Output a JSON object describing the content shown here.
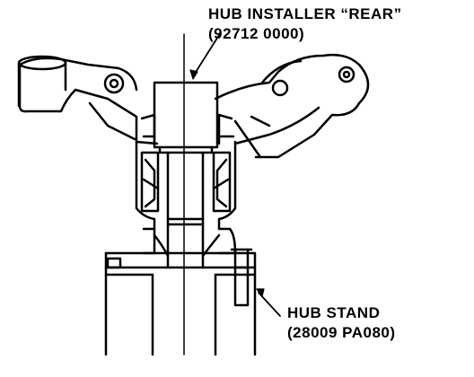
{
  "labels": {
    "installer_name": "HUB INSTALLER “REAR”",
    "installer_part": "(92712 0000)",
    "stand_name": "HUB STAND",
    "stand_part": "(28009 PA080)"
  }
}
